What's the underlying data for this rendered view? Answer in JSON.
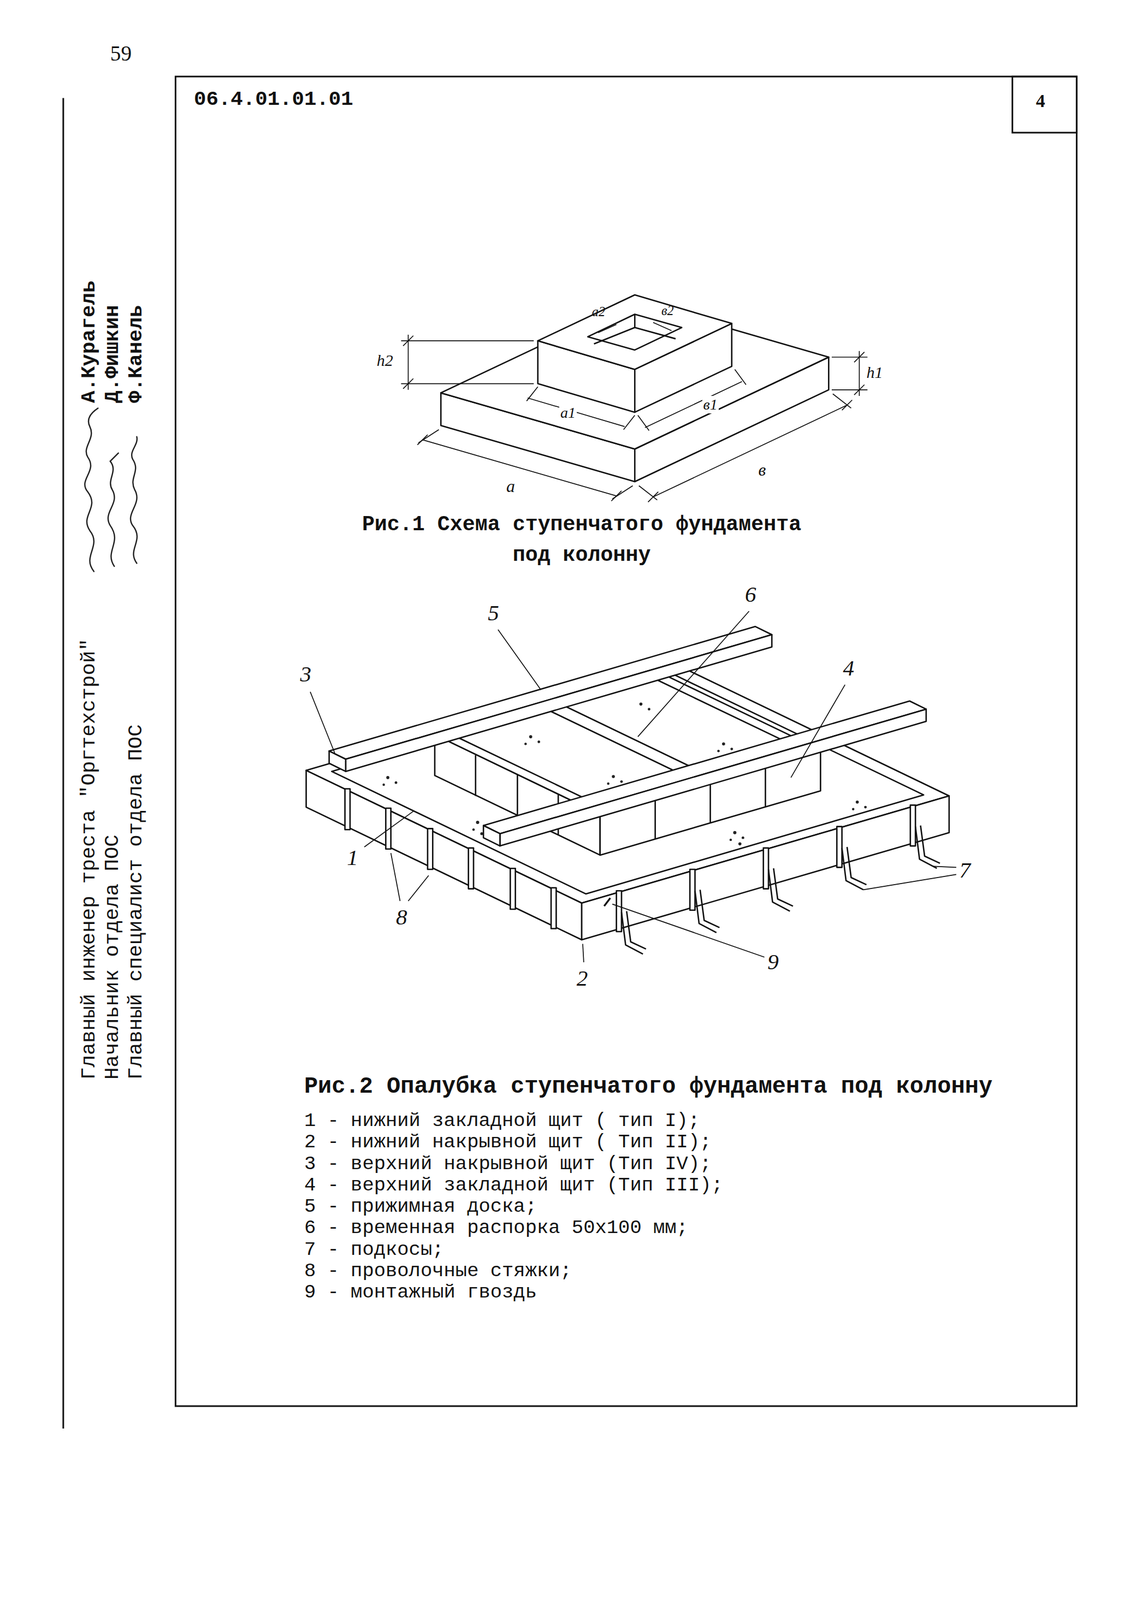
{
  "diagram": {
    "labels": [
      "59",
      "06.4.01.01.01",
      "4",
      "Главный инженер треста \"Оргтехстрой\"",
      "Начальник отдела ПОС",
      "Главный специалист отдела ПОС",
      "А.Курагель",
      "Д.Фишкин",
      "Ф.Канель",
      "h2",
      "a2",
      "в2",
      "a1",
      "в1",
      "h1",
      "a",
      "в",
      "Рис.1 Схема ступенчатого фундамента под колонну",
      "6",
      "5",
      "3",
      "4",
      "1",
      "7",
      "8",
      "9",
      "2",
      "Рис.2 Опалубка ступенчатого фундамента под колонну",
      "1 - нижний закладной щит ( тип I);",
      "2 - нижний накрывной щит ( Тип II);",
      "3 - верхний накрывной щит (Тип IV);",
      "4 - верхний закладной щит (Тип III);",
      "5 - прижимная доска;",
      "6 - временная распорка 50х100 мм;",
      "7 - подкосы;",
      "8 - проволочные стяжки;",
      "9 - монтажный гвоздь"
    ]
  }
}
